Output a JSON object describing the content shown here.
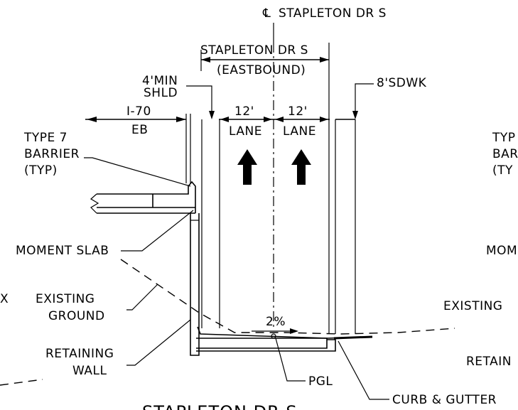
{
  "labels": {
    "centerline_symbol": "℄",
    "centerline": "STAPLETON DR S",
    "road_name": "STAPLETON DR S",
    "direction": "(EASTBOUND)",
    "shoulder_line1": "4'MIN",
    "shoulder_line2": "SHLD",
    "i70": "I-70",
    "eb": "EB",
    "lane_width_1": "12'",
    "lane_width_2": "12'",
    "lane_1": "LANE",
    "lane_2": "LANE",
    "sidewalk": "8'SDWK",
    "barrier_line1": "TYPE 7",
    "barrier_line2": "BARRIER",
    "barrier_line3": "(TYP)",
    "right_barrier_line1": "TYP",
    "right_barrier_line2": "BAR",
    "right_barrier_line3": "(TY",
    "moment_slab": "MOMENT SLAB",
    "right_moment": "MOME",
    "existing_line1": "EXISTING",
    "existing_line2": "GROUND",
    "right_existing": "EXISTING",
    "left_edge_mark": "X",
    "slope": "2%",
    "retaining_line1": "RETAINING",
    "retaining_line2": "WALL",
    "right_retaining": "RETAIN",
    "pgl": "PGL",
    "curb": "CURB & GUTTER",
    "section_title": "STAPLETON DR S"
  }
}
